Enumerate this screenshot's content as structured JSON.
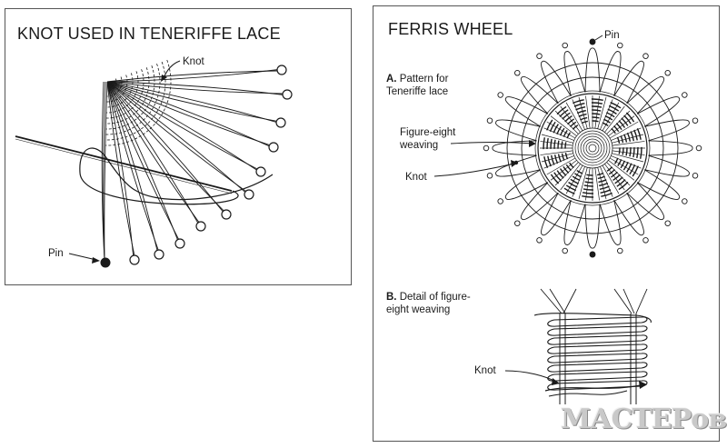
{
  "left_panel": {
    "title": "KNOT USED IN TENERIFFE LACE",
    "labels": {
      "knot": "Knot",
      "pin": "Pin"
    }
  },
  "right_panel": {
    "title": "FERRIS WHEEL",
    "labels": {
      "pin": "Pin",
      "a_prefix": "A.",
      "a_line1": "Pattern for",
      "a_line2": "Teneriffe lace",
      "figure_eight_line1": "Figure-eight",
      "figure_eight_line2": "weaving",
      "knot_a": "Knot",
      "b_prefix": "B.",
      "b_line1": "Detail of figure-",
      "b_line2": "eight weaving",
      "knot_b": "Knot"
    }
  },
  "watermark": "МАСТЕРовая",
  "colors": {
    "ink": "#1a1a1a",
    "border": "#555555",
    "watermark": "#c9c9c9"
  }
}
